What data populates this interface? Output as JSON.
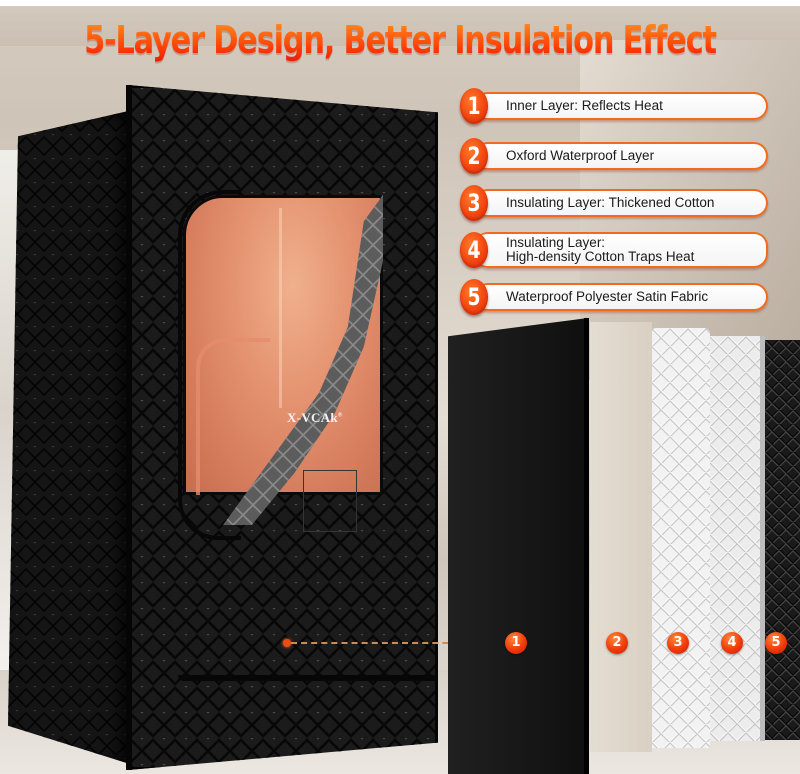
{
  "title": "5-Layer Design, Better Insulation Effect",
  "brand": {
    "name": "X-VCAk",
    "mark": "®"
  },
  "colors": {
    "accent_orange": "#f24510",
    "title_gradient_top": "#ff8a1c",
    "title_gradient_bottom": "#e81d0a",
    "tent_black": "#1b1b1b",
    "interior_copper": "#e49270"
  },
  "layers": [
    {
      "number": "1",
      "label": "Inner Layer: Reflects Heat"
    },
    {
      "number": "2",
      "label": "Oxford Waterproof Layer"
    },
    {
      "number": "3",
      "label": "Insulating Layer: Thickened Cotton"
    },
    {
      "number": "4",
      "label_line1": "Insulating Layer:",
      "label_line2": "High-density Cotton Traps Heat"
    },
    {
      "number": "5",
      "label": "Waterproof Polyester Satin Fabric"
    }
  ],
  "panel_badges": [
    "1",
    "2",
    "3",
    "4",
    "5"
  ]
}
